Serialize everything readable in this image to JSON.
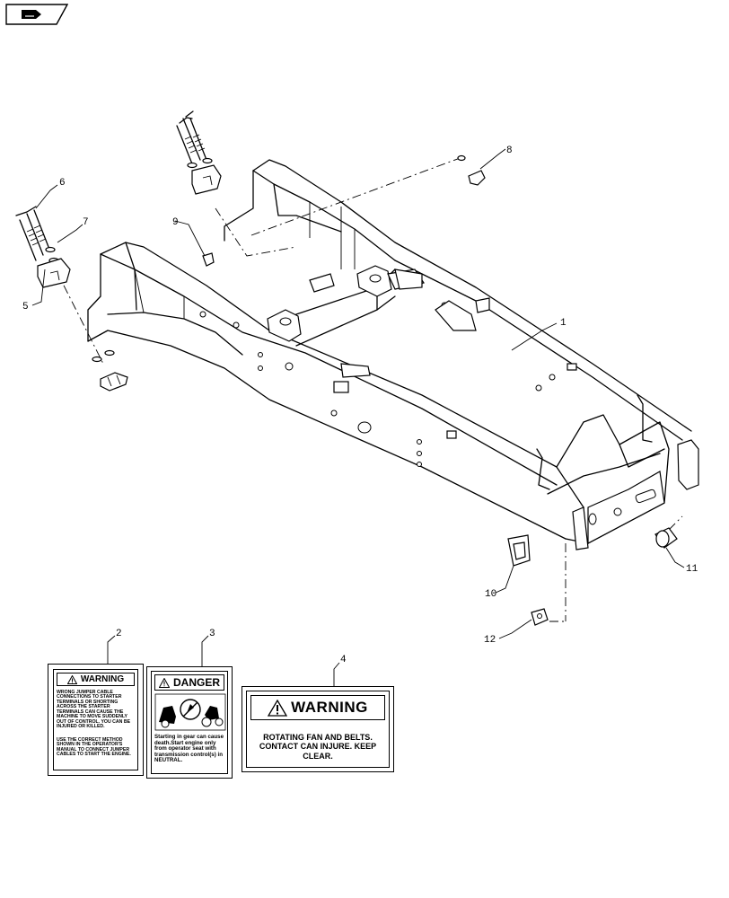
{
  "callouts": {
    "c1": "1",
    "c2": "2",
    "c3": "3",
    "c4": "4",
    "c5": "5",
    "c6": "6",
    "c7": "7",
    "c8": "8",
    "c9": "9",
    "c10": "10",
    "c11": "11",
    "c12": "12"
  },
  "decal_jumper": {
    "header": "WARNING",
    "body1": "WRONG JUMPER CABLE CONNECTIONS TO STARTER TERMINALS OR SHORTING ACROSS THE STARTER TERMINALS CAN CAUSE THE MACHINE TO MOVE SUDDENLY OUT OF CONTROL. YOU CAN BE INJURED OR KILLED.",
    "body2": "USE THE CORRECT METHOD SHOWN IN THE OPERATOR'S MANUAL TO CONNECT JUMPER CABLES TO START THE ENGINE."
  },
  "decal_danger": {
    "header": "DANGER",
    "body": "Starting in gear can cause death.Start engine only from operator seat with transmission control(s) in NEUTRAL."
  },
  "decal_fan": {
    "header": "WARNING",
    "body": "ROTATING FAN AND BELTS. CONTACT CAN INJURE. KEEP CLEAR."
  }
}
